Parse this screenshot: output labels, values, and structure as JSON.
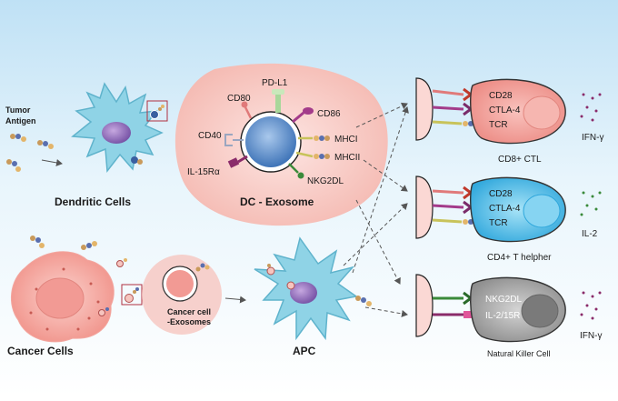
{
  "colors": {
    "background_top": "#bfe1f5",
    "background_bottom": "#ffffff",
    "dendritic": "#8fd3e6",
    "nucleus": "#8b6bb8",
    "exosome_membrane": "#f6c5bf",
    "cancer": "#f3a69f",
    "ctl": "#f29a94",
    "helper": "#5cc6ec",
    "nk": "#a9a9a9"
  },
  "labels": {
    "tumor_antigen_line1": "Tumor",
    "tumor_antigen_line2": "Antigen",
    "dendritic_cells": "Dendritic Cells",
    "dc_exosome": "DC - Exosome",
    "cancer_cells": "Cancer Cells",
    "cancer_exosome_line1": "Cancer cell",
    "cancer_exosome_line2": "-Exosomes",
    "apc": "APC"
  },
  "exosome_markers": {
    "pd_l1": "PD-L1",
    "cd80": "CD80",
    "cd86": "CD86",
    "cd40": "CD40",
    "mhci": "MHCI",
    "mhcii": "MHCII",
    "il15ra": "IL-15Rα",
    "nkg2dl": "NKG2DL"
  },
  "targets": [
    {
      "name": "CD8+ CTL",
      "receptors": [
        "CD28",
        "CTLA-4",
        "TCR"
      ],
      "cytokine": "IFN-γ"
    },
    {
      "name": "CD4+ T helpher",
      "receptors": [
        "CD28",
        "CTLA-4",
        "TCR"
      ],
      "cytokine": "IL-2"
    },
    {
      "name": "Natural Killer Cell",
      "receptors": [
        "NKG2DL",
        "IL-2/15R"
      ],
      "cytokine": "IFN-γ"
    }
  ]
}
